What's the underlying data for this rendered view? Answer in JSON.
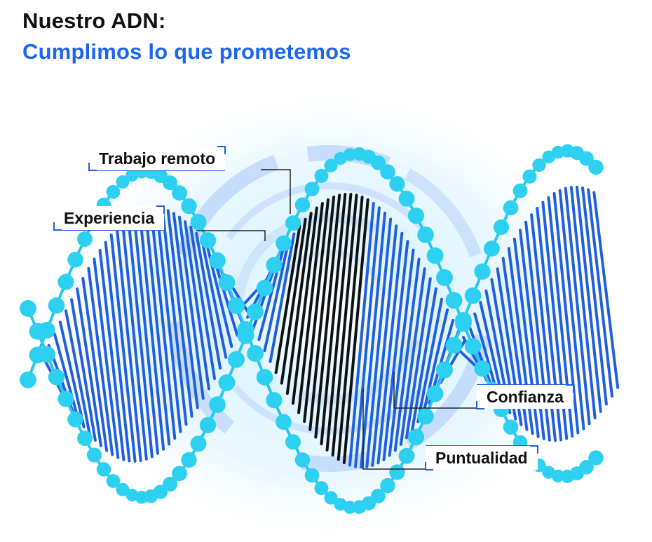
{
  "heading": {
    "line1": "Nuestro ADN:",
    "line2": "Cumplimos lo que prometemos"
  },
  "labels": {
    "remote": "Trabajo remoto",
    "experience": "Experiencia",
    "trust": "Confianza",
    "punctuality": "Puntualidad"
  },
  "colors": {
    "heading_dark": "#111111",
    "heading_accent": "#1c64f2",
    "strand": "#27c8ee",
    "bead": "#2ed0f2",
    "rung": "#1f5fe0",
    "rung_highlight": "#111111",
    "ring": "#b9d4fb",
    "glow": "#d8f1fd",
    "leader": "#222222",
    "label_edge": "#1f5fe0"
  }
}
